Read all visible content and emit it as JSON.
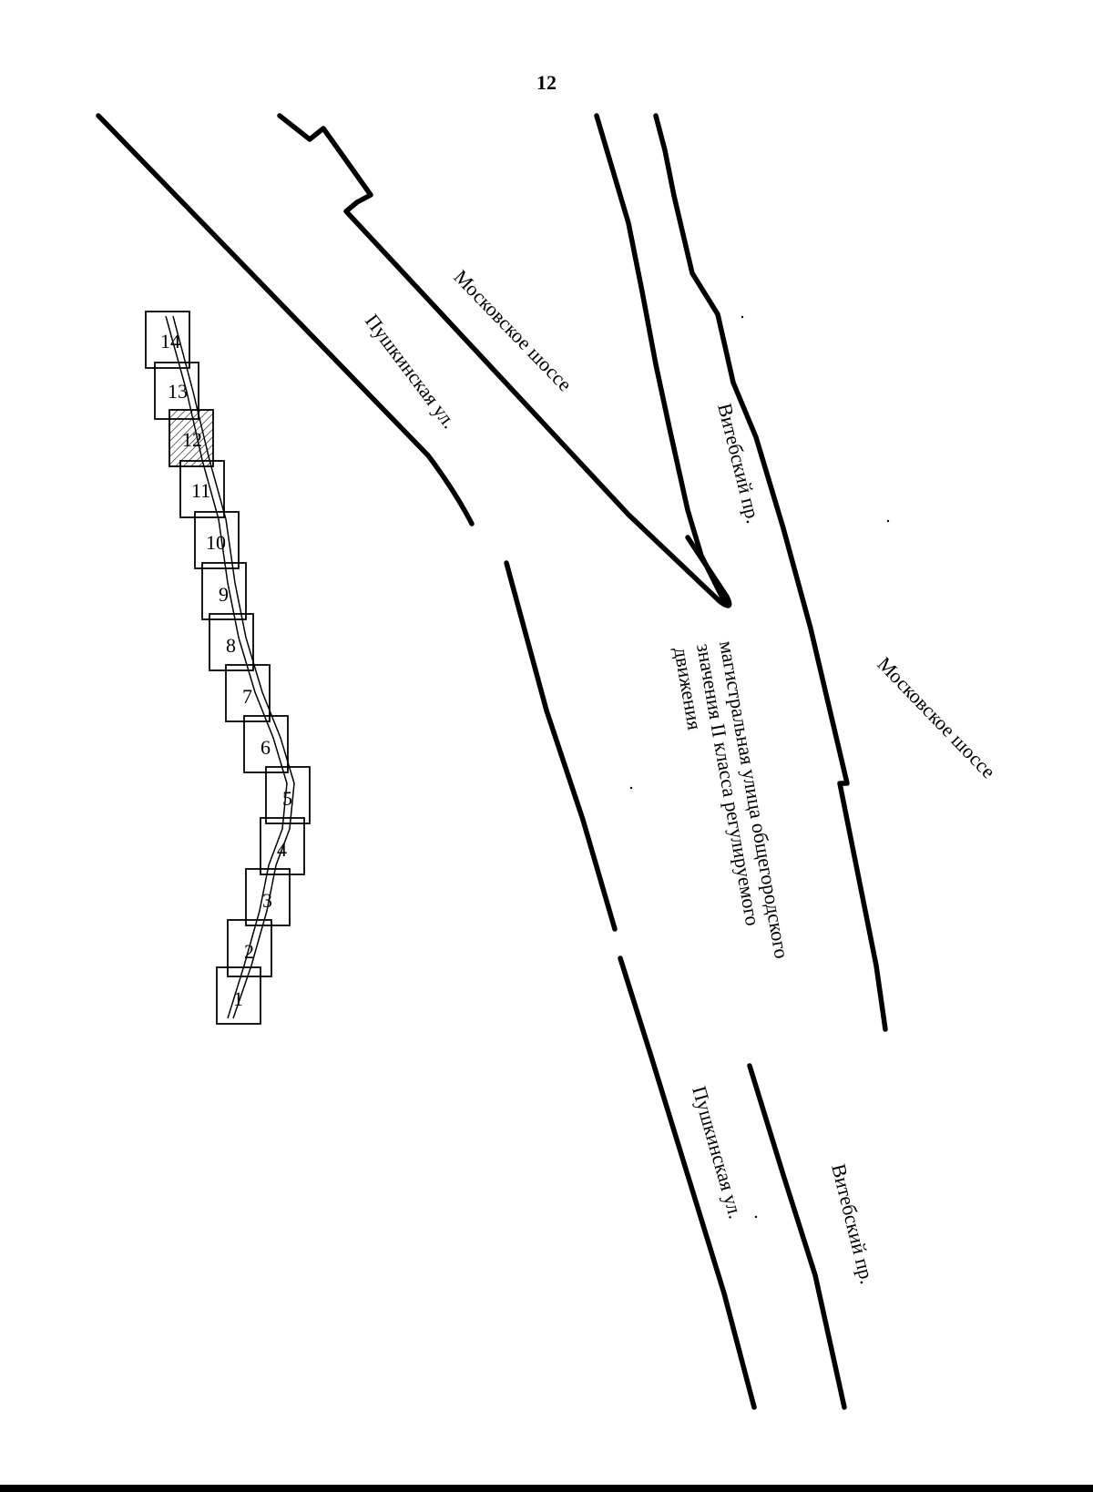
{
  "page_number": "12",
  "labels": {
    "moskovskoe_top": "Московское шоссе",
    "pushkinskaya_top": "Пушкинская ул.",
    "vitebsky_top": "Витебский пр.",
    "arterial_line1": "магистральная улица общегородского",
    "arterial_line2": "значения II класса регулируемого",
    "arterial_line3": "движения",
    "moskovskoe_right": "Московское шоссе",
    "pushkinskaya_bottom": "Пушкинская ул.",
    "vitebsky_bottom": "Витебский пр."
  },
  "segments": [
    "1",
    "2",
    "3",
    "4",
    "5",
    "6",
    "7",
    "8",
    "9",
    "10",
    "11",
    "12",
    "13",
    "14"
  ],
  "hatched_segment": "12"
}
